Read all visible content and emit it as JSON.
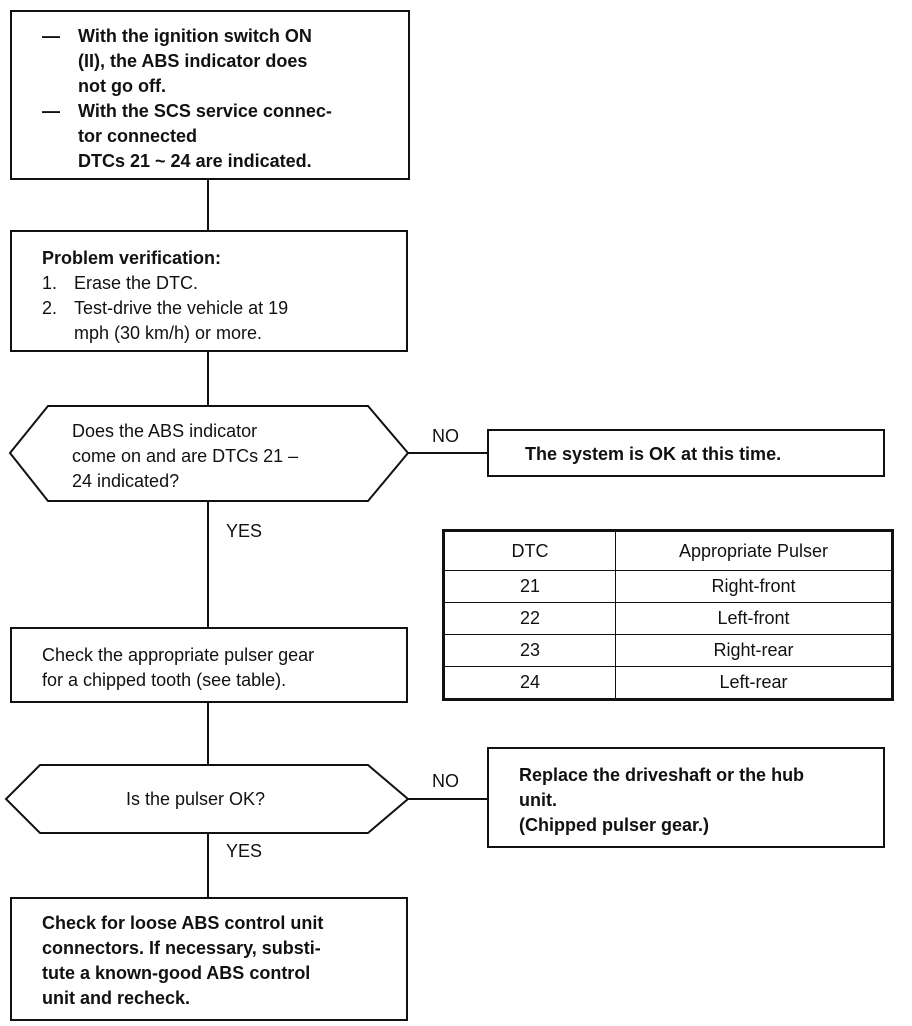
{
  "start_box": {
    "line1_dash": "—",
    "line1": "With the ignition switch ON",
    "line2": "(II), the ABS indicator does",
    "line3": "not go off.",
    "line4_dash": "—",
    "line4": "With the SCS service connec-",
    "line5": "tor connected",
    "line6": "DTCs 21 ~ 24 are indicated."
  },
  "verify_box": {
    "heading": "Problem verification:",
    "item1_num": "1.",
    "item1": "Erase the DTC.",
    "item2_num": "2.",
    "item2_line1": "Test-drive the vehicle at 19",
    "item2_line2": "mph (30 km/h) or more."
  },
  "decision1": {
    "line1": "Does the ABS indicator",
    "line2": "come on and are DTCs 21 –",
    "line3": "24 indicated?",
    "no_label": "NO",
    "yes_label": "YES"
  },
  "ok_box": {
    "text": "The system is OK at this time."
  },
  "pulser_table": {
    "headers": [
      "DTC",
      "Appropriate Pulser"
    ],
    "rows": [
      [
        "21",
        "Right-front"
      ],
      [
        "22",
        "Left-front"
      ],
      [
        "23",
        "Right-rear"
      ],
      [
        "24",
        "Left-rear"
      ]
    ]
  },
  "check_gear_box": {
    "line1": "Check the appropriate pulser gear",
    "line2": "for a chipped tooth (see table)."
  },
  "decision2": {
    "text": "Is the pulser OK?",
    "no_label": "NO",
    "yes_label": "YES"
  },
  "replace_box": {
    "line1": "Replace the driveshaft or the hub",
    "line2": "unit.",
    "line3": "(Chipped pulser gear.)"
  },
  "final_box": {
    "line1": "Check for loose ABS control unit",
    "line2": "connectors. If necessary, substi-",
    "line3": "tute a known-good ABS control",
    "line4": "unit and recheck."
  }
}
